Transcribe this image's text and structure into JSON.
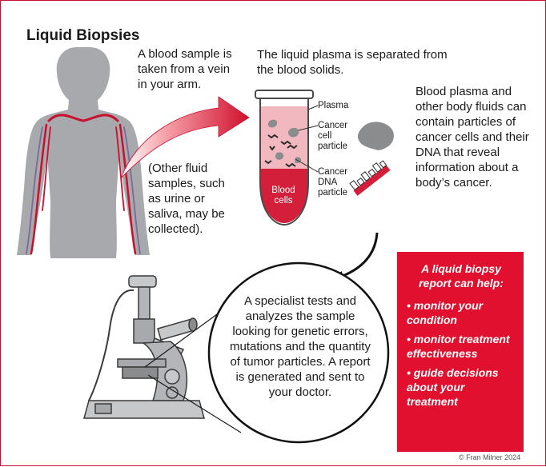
{
  "title": "Liquid Biopsies",
  "blood_sample_text": "A blood sample is taken from a vein in your arm.",
  "plasma_separated_text": "The liquid plasma is separated from the blood solids.",
  "body_fluids_text": "Blood plasma and other body fluids can contain particles of cancer cells and their DNA that reveal information about a body’s cancer.",
  "other_fluids_text": "(Other fluid samples, such as urine or saliva, may be collected).",
  "tube_labels": {
    "plasma": "Plasma",
    "cancer_cell": "Cancer cell particle",
    "cancer_dna": "Cancer DNA particle",
    "blood_cells": "Blood cells"
  },
  "specialist_text": "A specialist tests and analyzes the sample looking for genetic errors, mutations and the quantity of tumor particles. A report is generated and sent to your doctor.",
  "report_box": {
    "title": "A liquid biopsy report can help:",
    "items": [
      "• monitor your condition",
      "• monitor treatment effectiveness",
      "• guide decisions about your treatment"
    ]
  },
  "credit": "© Fran Milner 2024",
  "colors": {
    "accent_red": "#e0102e",
    "body_gray": "#a7a9ac",
    "vein_red": "#c8102e",
    "plasma_pink": "#f2b8bf"
  }
}
